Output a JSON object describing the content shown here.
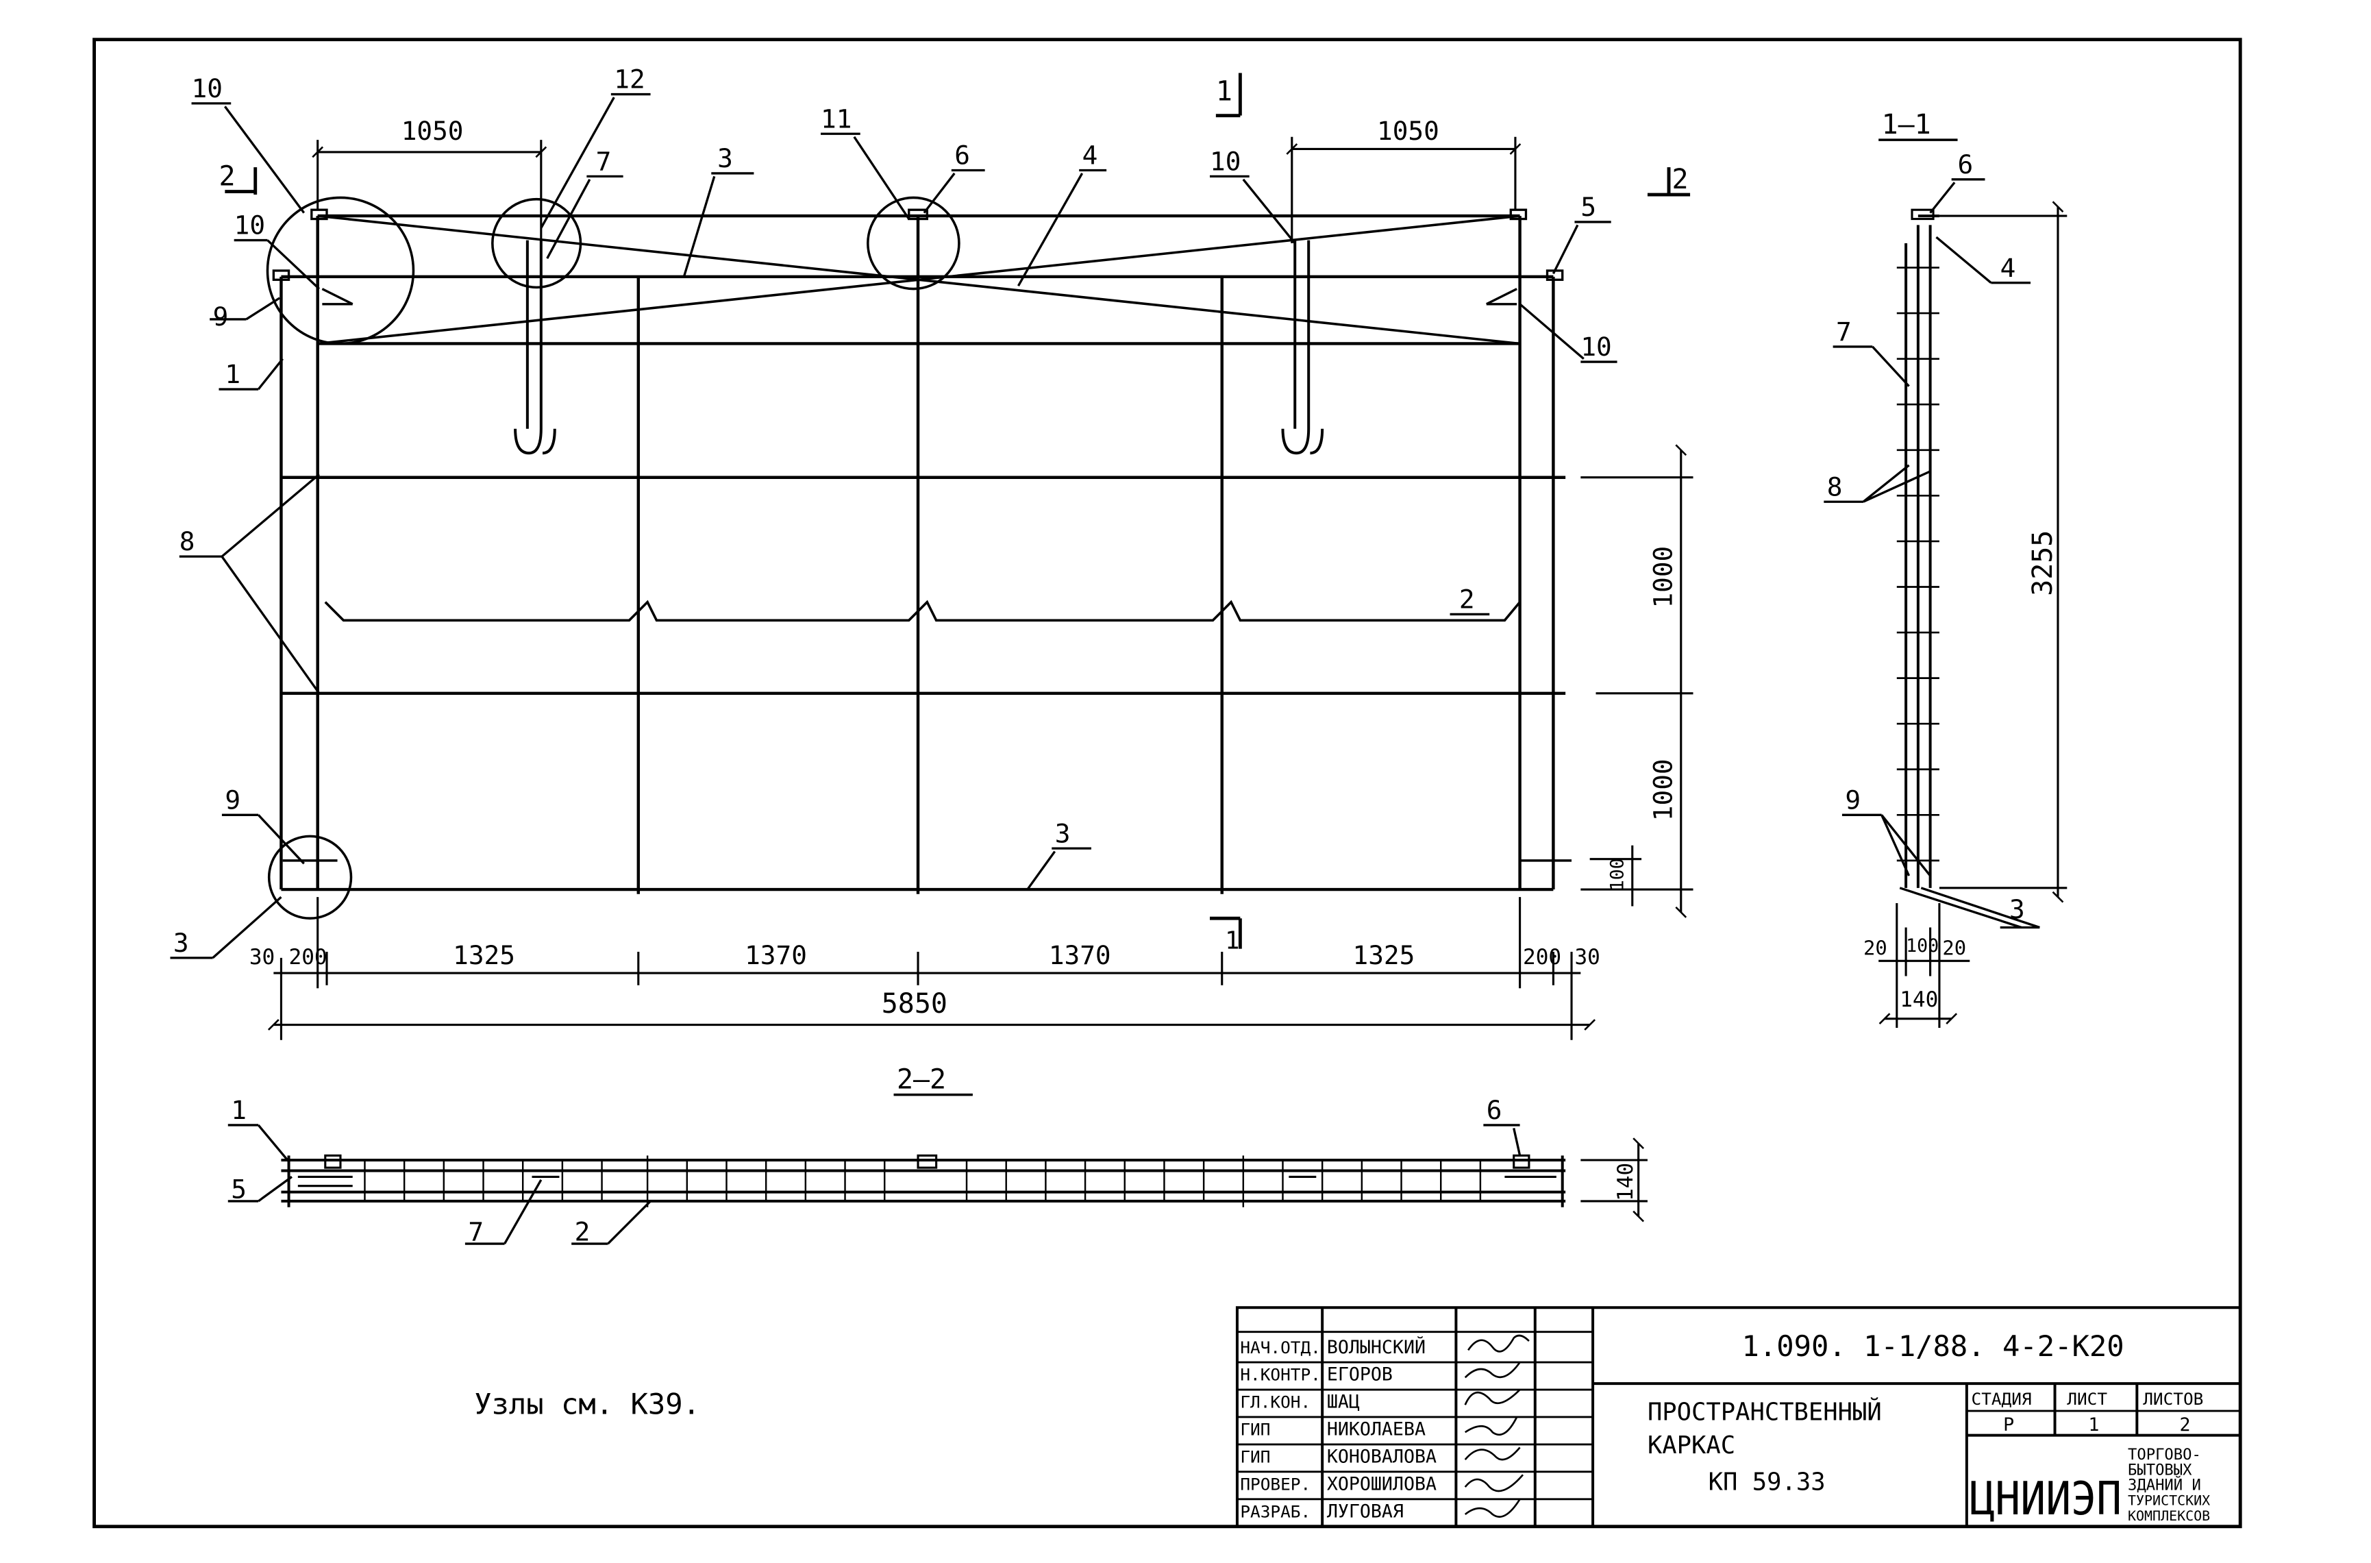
{
  "main_view": {
    "dims_top": [
      "1050",
      "1050"
    ],
    "dims_bottom": [
      "30",
      "200",
      "1325",
      "1370",
      "1370",
      "1325",
      "200",
      "30"
    ],
    "overall": "5850",
    "dims_right": [
      "1000",
      "1000",
      "100"
    ],
    "section_marks": [
      "1",
      "2",
      "1",
      "2"
    ],
    "callouts": {
      "c1": "1",
      "c2": "2",
      "c3a": "3",
      "c3b": "3",
      "c3c": "3",
      "c4": "4",
      "c5": "5",
      "c6": "6",
      "c7": "7",
      "c8": "8",
      "c9a": "9",
      "c9b": "9",
      "c10a": "10",
      "c10b": "10",
      "c10c": "10",
      "c10d": "10",
      "c11": "11",
      "c12": "12"
    }
  },
  "section_1_1": {
    "title": "1—1",
    "height": "3255",
    "dims": [
      "20",
      "100",
      "20",
      "140"
    ],
    "callouts": {
      "c3": "3",
      "c4": "4",
      "c6": "6",
      "c7": "7",
      "c8": "8",
      "c9": "9"
    }
  },
  "section_2_2": {
    "title": "2—2",
    "depth": "140",
    "callouts": {
      "c1": "1",
      "c2": "2",
      "c5": "5",
      "c6": "6",
      "c7": "7"
    }
  },
  "note": "Узлы см. К39.",
  "title_block": {
    "code": "1.090. 1-1/88. 4-2-К20",
    "name_line1": "ПРОСТРАНСТВЕННЫЙ",
    "name_line2": "КАРКАС",
    "name_line3": "КП 59.33",
    "stage_header": "СТАДИЯ",
    "sheet_header": "ЛИСТ",
    "sheets_header": "ЛИСТОВ",
    "stage": "Р",
    "sheet": "1",
    "sheets": "2",
    "org": "ЦНИИЭП",
    "org_desc": [
      "ТОРГОВО-",
      "БЫТОВЫХ",
      "ЗДАНИЙ И",
      "ТУРИСТСКИХ",
      "КОМПЛЕКСОВ"
    ],
    "signatures": [
      {
        "role": "НАЧ.ОТД.",
        "name": "ВОЛЫНСКИЙ"
      },
      {
        "role": "Н.КОНТР.",
        "name": "ЕГОРОВ"
      },
      {
        "role": "ГЛ.КОН.",
        "name": "ШАЦ"
      },
      {
        "role": "ГИП",
        "name": "НИКОЛАЕВА"
      },
      {
        "role": "ГИП",
        "name": "КОНОВАЛОВА"
      },
      {
        "role": "ПРОВЕР.",
        "name": "ХОРОШИЛОВА"
      },
      {
        "role": "РАЗРАБ.",
        "name": "ЛУГОВАЯ"
      }
    ]
  }
}
